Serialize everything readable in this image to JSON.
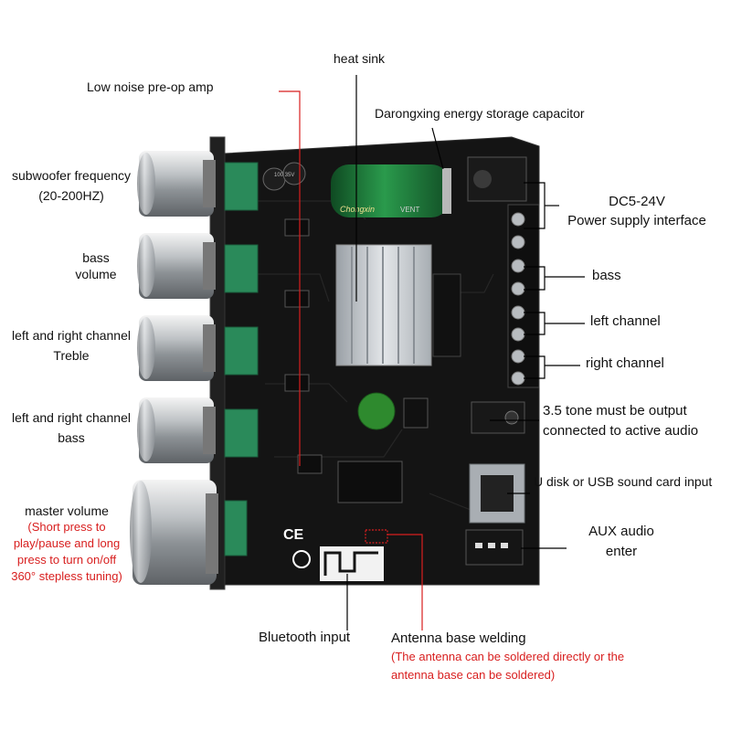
{
  "labels": {
    "heat_sink": "heat sink",
    "preamp": "Low noise pre-op amp",
    "capacitor": "Darongxing energy storage capacitor",
    "sub_freq": "subwoofer frequency",
    "sub_freq_range": "(20-200HZ)",
    "bass_volume_1": "bass",
    "bass_volume_2": "volume",
    "treble_1": "left and right channel",
    "treble_2": "Treble",
    "lr_bass_1": "left and right channel",
    "lr_bass_2": "bass",
    "master_volume": "master volume",
    "master_note_1": "(Short press to",
    "master_note_2": "play/pause and long",
    "master_note_3": "press to turn on/off",
    "master_note_4": "360° stepless tuning)",
    "dc_1": "DC5-24V",
    "dc_2": "Power supply interface",
    "bass_out": "bass",
    "left_channel": "left channel",
    "right_channel": "right channel",
    "tone_1": "3.5 tone must be output",
    "tone_2": "connected to active audio",
    "usb": "U disk or USB sound card input",
    "aux_1": "AUX audio",
    "aux_2": "enter",
    "bluetooth": "Bluetooth input",
    "antenna": "Antenna base welding",
    "antenna_note_1": "(The antenna can be soldered directly or the",
    "antenna_note_2": "antenna base can be soldered)"
  },
  "board_prints": {
    "capacitor_brand": "Chongxin",
    "capacitor_series": "VENT",
    "cap_small": "100 35V",
    "ce_mark": "CE"
  },
  "colors": {
    "pcb": "#151515",
    "leader_black": "#000000",
    "leader_red": "#d81e1e",
    "capacitor": "#1f7a3a",
    "terminal": "#1a9a64",
    "heatsink": "#c9cdd1"
  }
}
